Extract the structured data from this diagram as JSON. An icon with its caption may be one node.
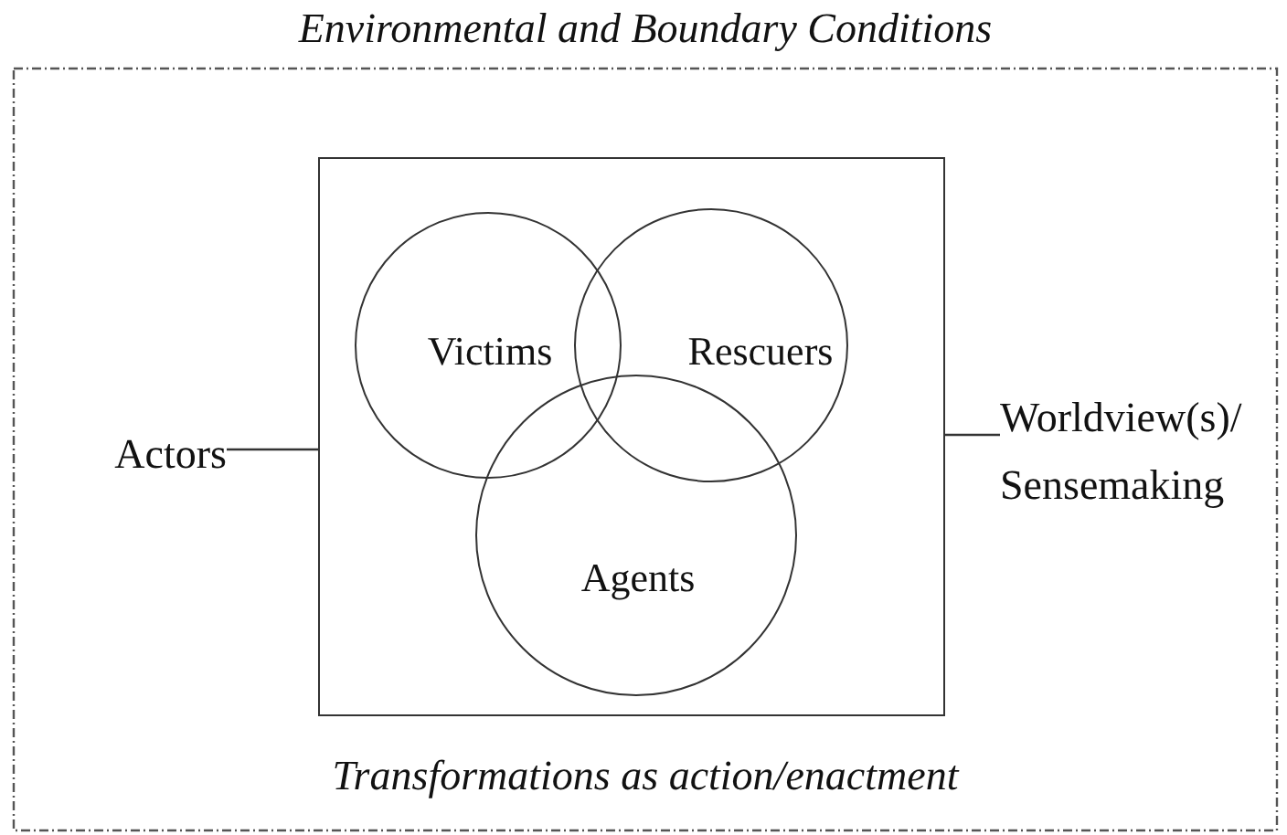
{
  "diagram": {
    "nodes": [
      {
        "text": [
          "Environmental and Boundary Conditions",
          "Transformations as action/enactment"
        ]
      },
      {
        "text": [],
        "shape": "box",
        "in": 0
      },
      {
        "text": [
          "Victims"
        ],
        "in": 1
      },
      {
        "text": [
          "Rescuers"
        ],
        "in": 1
      },
      {
        "text": [
          "Agents"
        ],
        "in": 1
      },
      {
        "text": [
          "Actors"
        ],
        "in": 0
      },
      {
        "text": [
          "Worldview(s)/ Sensemaking"
        ],
        "in": 0
      }
    ],
    "edges": [
      {
        "from": 5,
        "to": 1,
        "arrow": "none"
      },
      {
        "from": 1,
        "to": 6,
        "arrow": "none"
      }
    ]
  }
}
